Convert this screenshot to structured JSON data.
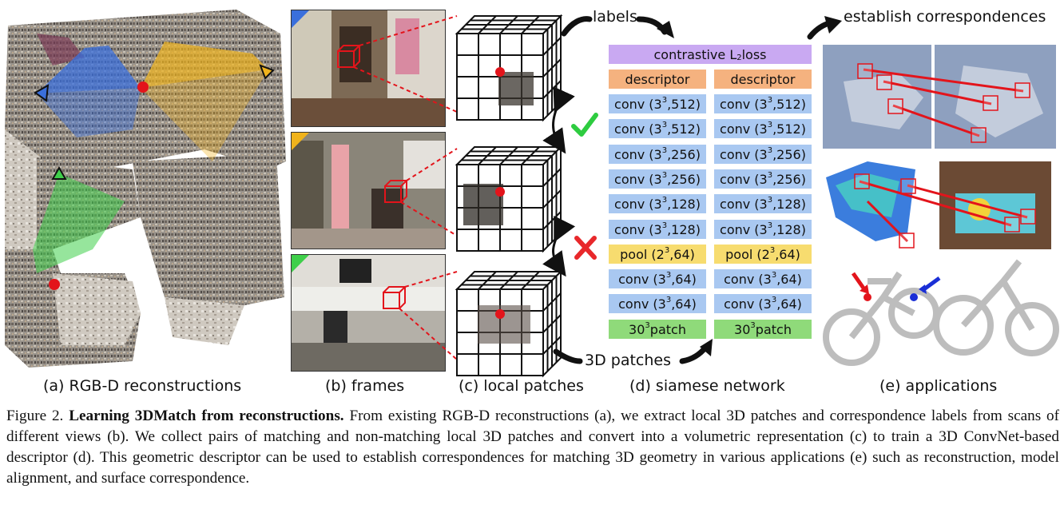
{
  "panels": {
    "a": "(a) RGB-D reconstructions",
    "b": "(b) frames",
    "c": "(c) local patches",
    "d": "(d) siamese network",
    "e": "(e) applications"
  },
  "flow": {
    "labels": "labels",
    "establish": "establish correspondences",
    "patches": "3D patches"
  },
  "network": {
    "loss": "contrastive L",
    "loss_sub": "2",
    "loss_rest": " loss",
    "descriptor": "descriptor",
    "layers": [
      {
        "type": "conv",
        "pre": "conv (3",
        "sup": "3",
        "post": ",512)"
      },
      {
        "type": "conv",
        "pre": "conv (3",
        "sup": "3",
        "post": ",512)"
      },
      {
        "type": "conv",
        "pre": "conv (3",
        "sup": "3",
        "post": ",256)"
      },
      {
        "type": "conv",
        "pre": "conv (3",
        "sup": "3",
        "post": ",256)"
      },
      {
        "type": "conv",
        "pre": "conv (3",
        "sup": "3",
        "post": ",128)"
      },
      {
        "type": "conv",
        "pre": "conv (3",
        "sup": "3",
        "post": ",128)"
      },
      {
        "type": "pool",
        "pre": "pool (2",
        "sup": "3",
        "post": ",64)"
      },
      {
        "type": "conv",
        "pre": "conv (3",
        "sup": "3",
        "post": ",64)"
      },
      {
        "type": "conv",
        "pre": "conv (3",
        "sup": "3",
        "post": ",64)"
      },
      {
        "type": "patch",
        "pre": "30",
        "sup": "3",
        "post": " patch"
      }
    ]
  },
  "caption": {
    "lead": "Figure 2.",
    "bold": "Learning 3DMatch from reconstructions.",
    "body": "From existing RGB-D reconstructions (a), we extract local 3D patches and correspondence labels from scans of different views (b). We collect pairs of matching and non-matching local 3D patches and convert into a volumetric representation (c) to train a 3D ConvNet-based descriptor (d). This geometric descriptor can be used to establish correspondences for matching 3D geometry in various applications (e) such as reconstruction, model alignment, and surface correspondence."
  },
  "colors": {
    "conv": "#a9c8f1",
    "pool": "#f7dc6f",
    "patch": "#8fda7a",
    "descriptor": "#f5b27f",
    "loss": "#c9a9f2",
    "match": "#2ecc40",
    "nonmatch": "#e8282b",
    "marker": "#e3141b"
  }
}
